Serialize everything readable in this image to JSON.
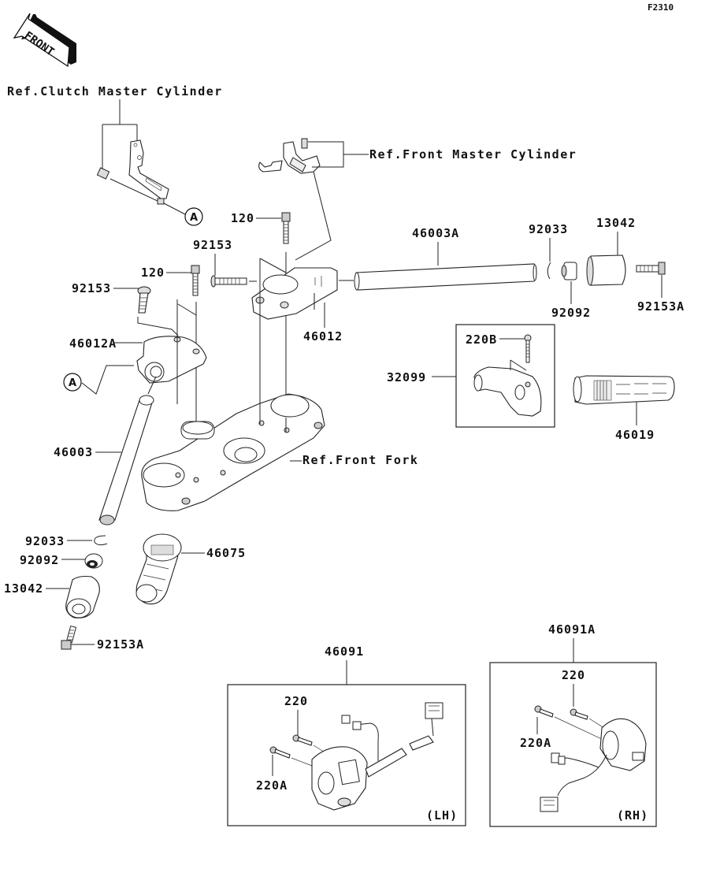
{
  "diagram": {
    "figure_code": "F2310",
    "front_arrow_label": "FRONT",
    "refs": {
      "clutch_master_cylinder": "Ref.Clutch Master Cylinder",
      "front_master_cylinder": "Ref.Front Master Cylinder",
      "front_fork": "Ref.Front Fork"
    },
    "callout_marker": "A",
    "parts": {
      "p120_upper": "120",
      "p92153_center": "92153",
      "p120_left": "120",
      "p92153_left": "92153",
      "p46003A": "46003A",
      "p92033_right": "92033",
      "p13042_right": "13042",
      "p92092_right": "92092",
      "p92153A_right": "92153A",
      "p46012": "46012",
      "p46012A": "46012A",
      "p220B": "220B",
      "p32099": "32099",
      "p46019": "46019",
      "p46003": "46003",
      "p92033_left": "92033",
      "p92092_left": "92092",
      "p46075": "46075",
      "p13042_left": "13042",
      "p92153A_left": "92153A",
      "p46091A": "46091A",
      "p46091": "46091",
      "p220_lh": "220",
      "p220A_lh": "220A",
      "p220_rh": "220",
      "p220A_rh": "220A"
    },
    "switch_boxes": {
      "lh_label": "(LH)",
      "rh_label": "(RH)"
    }
  }
}
